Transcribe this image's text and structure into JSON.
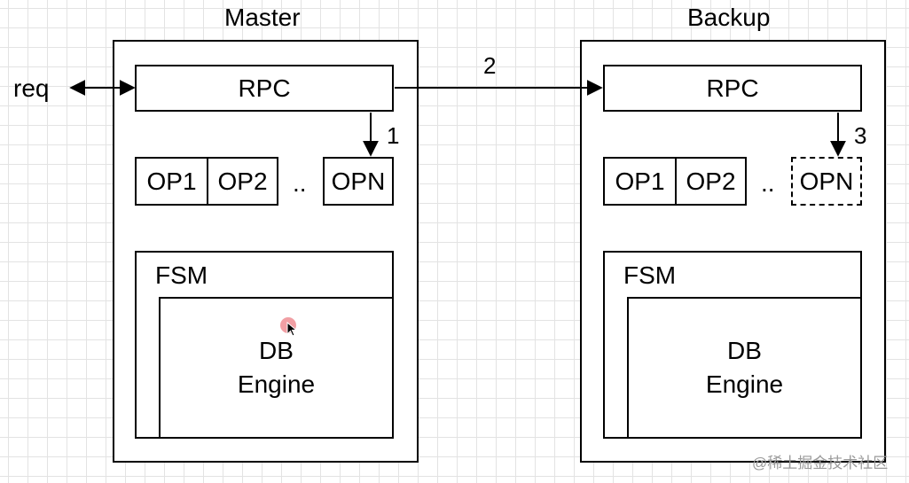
{
  "diagram": {
    "request_label": "req",
    "step_labels": [
      "1",
      "2",
      "3"
    ],
    "master": {
      "title": "Master",
      "rpc": "RPC",
      "ops": [
        "OP1",
        "OP2"
      ],
      "ellipsis": "..",
      "op_last": "OPN",
      "fsm": "FSM",
      "engine_line1": "DB",
      "engine_line2": "Engine"
    },
    "backup": {
      "title": "Backup",
      "rpc": "RPC",
      "ops": [
        "OP1",
        "OP2"
      ],
      "ellipsis": "..",
      "op_last": "OPN",
      "op_last_style": "dashed",
      "fsm": "FSM",
      "engine_line1": "DB",
      "engine_line2": "Engine"
    }
  },
  "watermark": "@稀土掘金技术社区",
  "colors": {
    "stroke": "#000000",
    "grid": "#e3e3e3",
    "cursor": "#e6505a"
  }
}
